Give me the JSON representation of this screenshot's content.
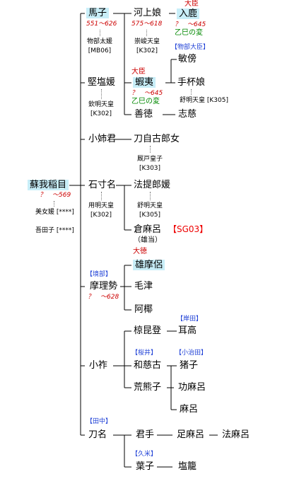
{
  "root": {
    "name": "蘇我稲目",
    "dates": "？　～569",
    "wives": [
      "美女媛 [****]",
      "吾田子 [****]"
    ]
  },
  "umako": {
    "name": "馬子",
    "dates": "551～626",
    "spouse": "物部太媛 [MB06]"
  },
  "kawakami": {
    "name": "河上娘",
    "dates": "575～618",
    "spouse": "崇峻天皇 [K302]"
  },
  "iruka": {
    "title": "大臣",
    "name": "入鹿",
    "dates": "？　～645",
    "note": "乙巳の変"
  },
  "mononobe_title": "【物部大臣】",
  "binbu": "敏傍",
  "emishi": {
    "title": "大臣",
    "name": "蝦夷",
    "dates": "？　～645",
    "note": "乙巳の変"
  },
  "tegi": {
    "name": "手杯娘",
    "spouse": "舒明天皇 [K305]"
  },
  "zentoku": "善徳",
  "shiji": "志慈",
  "kitashi": {
    "name": "堅塩媛",
    "spouse": "欽明天皇 [K302]"
  },
  "oane": "小姉君",
  "tojiko": {
    "name": "刀自古郎女",
    "spouse": "厩戸皇子 [K303]"
  },
  "iwakuna": "石寸名",
  "hote": {
    "name": "法提郎媛",
    "spouse": "舒明天皇 [K305]"
  },
  "iwakuna_spouse": "用明天皇 [K302]",
  "kuramaro": {
    "name": "倉麻呂",
    "note": "（雄当）",
    "code": "【SG03】"
  },
  "omaro": {
    "title": "大徳",
    "name": "雄摩侶"
  },
  "sakaibe": {
    "clan": "【境部】",
    "name": "摩理勢",
    "dates": "？　～628"
  },
  "ketsu": "毛津",
  "ana": "阿椰",
  "kurabito": "椋昆登",
  "kishida": "【岸田】",
  "mitaka": "耳高",
  "ohase": "小祚",
  "sakurai": "【桜井】",
  "wajiko": "和慈古",
  "oharida": "【小治田】",
  "inoko": "猪子",
  "araeko": "荒熊子",
  "komaro": "功麻呂",
  "maro": "麻呂",
  "tanaka": "【田中】",
  "tona": "刀名",
  "kimite": "君手",
  "adamaro": "足麻呂",
  "houmaro": "法麻呂",
  "kume": "【久米】",
  "haiko": "葉子",
  "shiorai": "塩籠"
}
